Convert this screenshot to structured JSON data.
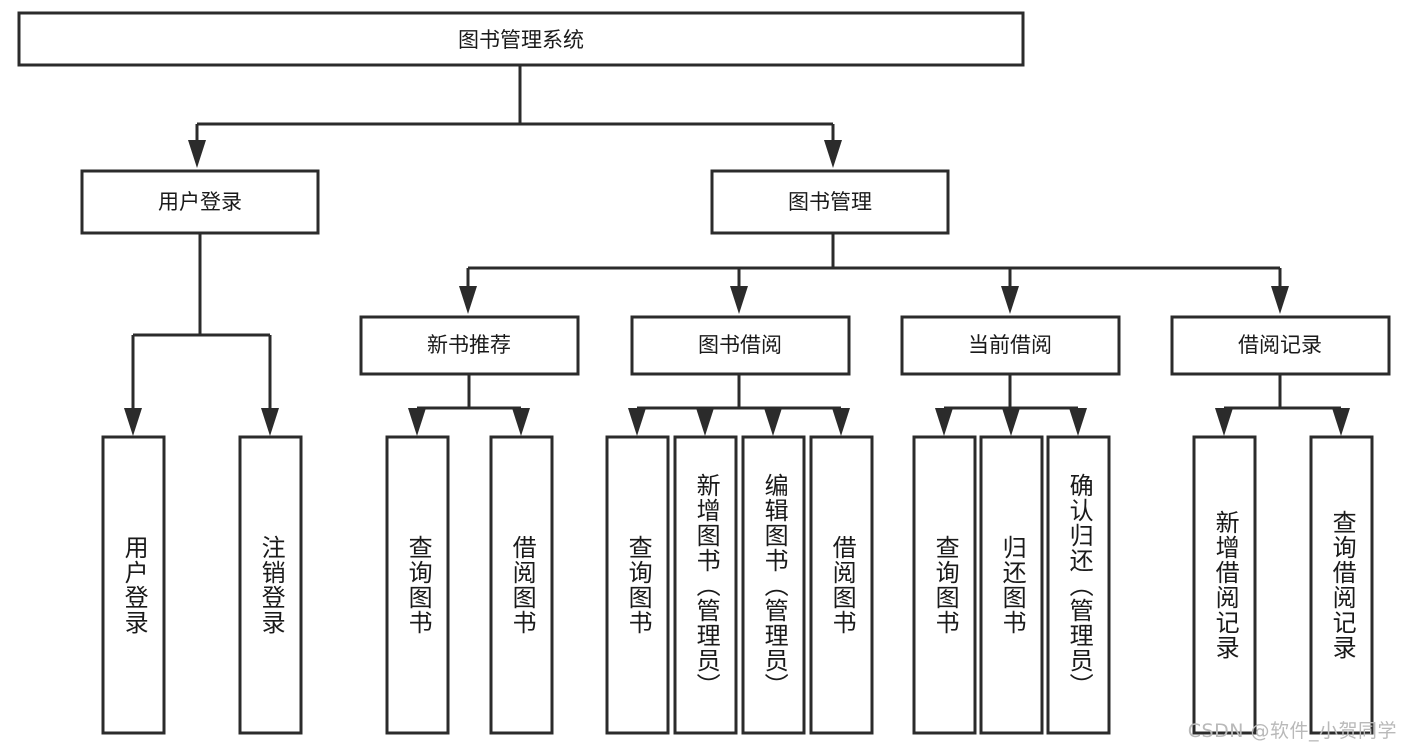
{
  "diagram": {
    "title": "图书管理系统",
    "type": "tree-hierarchy",
    "root": {
      "id": "root",
      "label": "图书管理系统"
    },
    "level2": [
      {
        "id": "user-login",
        "label": "用户登录"
      },
      {
        "id": "book-manage",
        "label": "图书管理"
      }
    ],
    "level3": [
      {
        "id": "new-book-recommend",
        "label": "新书推荐",
        "parent": "book-manage"
      },
      {
        "id": "book-borrow",
        "label": "图书借阅",
        "parent": "book-manage"
      },
      {
        "id": "current-borrow",
        "label": "当前借阅",
        "parent": "book-manage"
      },
      {
        "id": "borrow-record",
        "label": "借阅记录",
        "parent": "book-manage"
      }
    ],
    "leaves": [
      {
        "id": "leaf-user-login",
        "label": "用户登录",
        "parent": "user-login"
      },
      {
        "id": "leaf-user-logout",
        "label": "注销登录",
        "parent": "user-login"
      },
      {
        "id": "leaf-query-book-1",
        "label": "查询图书",
        "parent": "new-book-recommend"
      },
      {
        "id": "leaf-borrow-book-1",
        "label": "借阅图书",
        "parent": "new-book-recommend"
      },
      {
        "id": "leaf-query-book-2",
        "label": "查询图书",
        "parent": "book-borrow"
      },
      {
        "id": "leaf-add-book",
        "label": "新增图书（管理员）",
        "parent": "book-borrow"
      },
      {
        "id": "leaf-edit-book",
        "label": "编辑图书（管理员）",
        "parent": "book-borrow"
      },
      {
        "id": "leaf-borrow-book-2",
        "label": "借阅图书",
        "parent": "book-borrow"
      },
      {
        "id": "leaf-query-book-3",
        "label": "查询图书",
        "parent": "current-borrow"
      },
      {
        "id": "leaf-return-book",
        "label": "归还图书",
        "parent": "current-borrow"
      },
      {
        "id": "leaf-confirm-return",
        "label": "确认归还（管理员）",
        "parent": "current-borrow"
      },
      {
        "id": "leaf-add-record",
        "label": "新增借阅记录",
        "parent": "borrow-record"
      },
      {
        "id": "leaf-query-record",
        "label": "查询借阅记录",
        "parent": "borrow-record"
      }
    ],
    "watermark": "CSDN @软件_小贺同学",
    "colors": {
      "stroke": "#2b2b2b",
      "fill": "#ffffff",
      "text": "#1a1a1a",
      "watermark": "#b9b9b9"
    }
  }
}
